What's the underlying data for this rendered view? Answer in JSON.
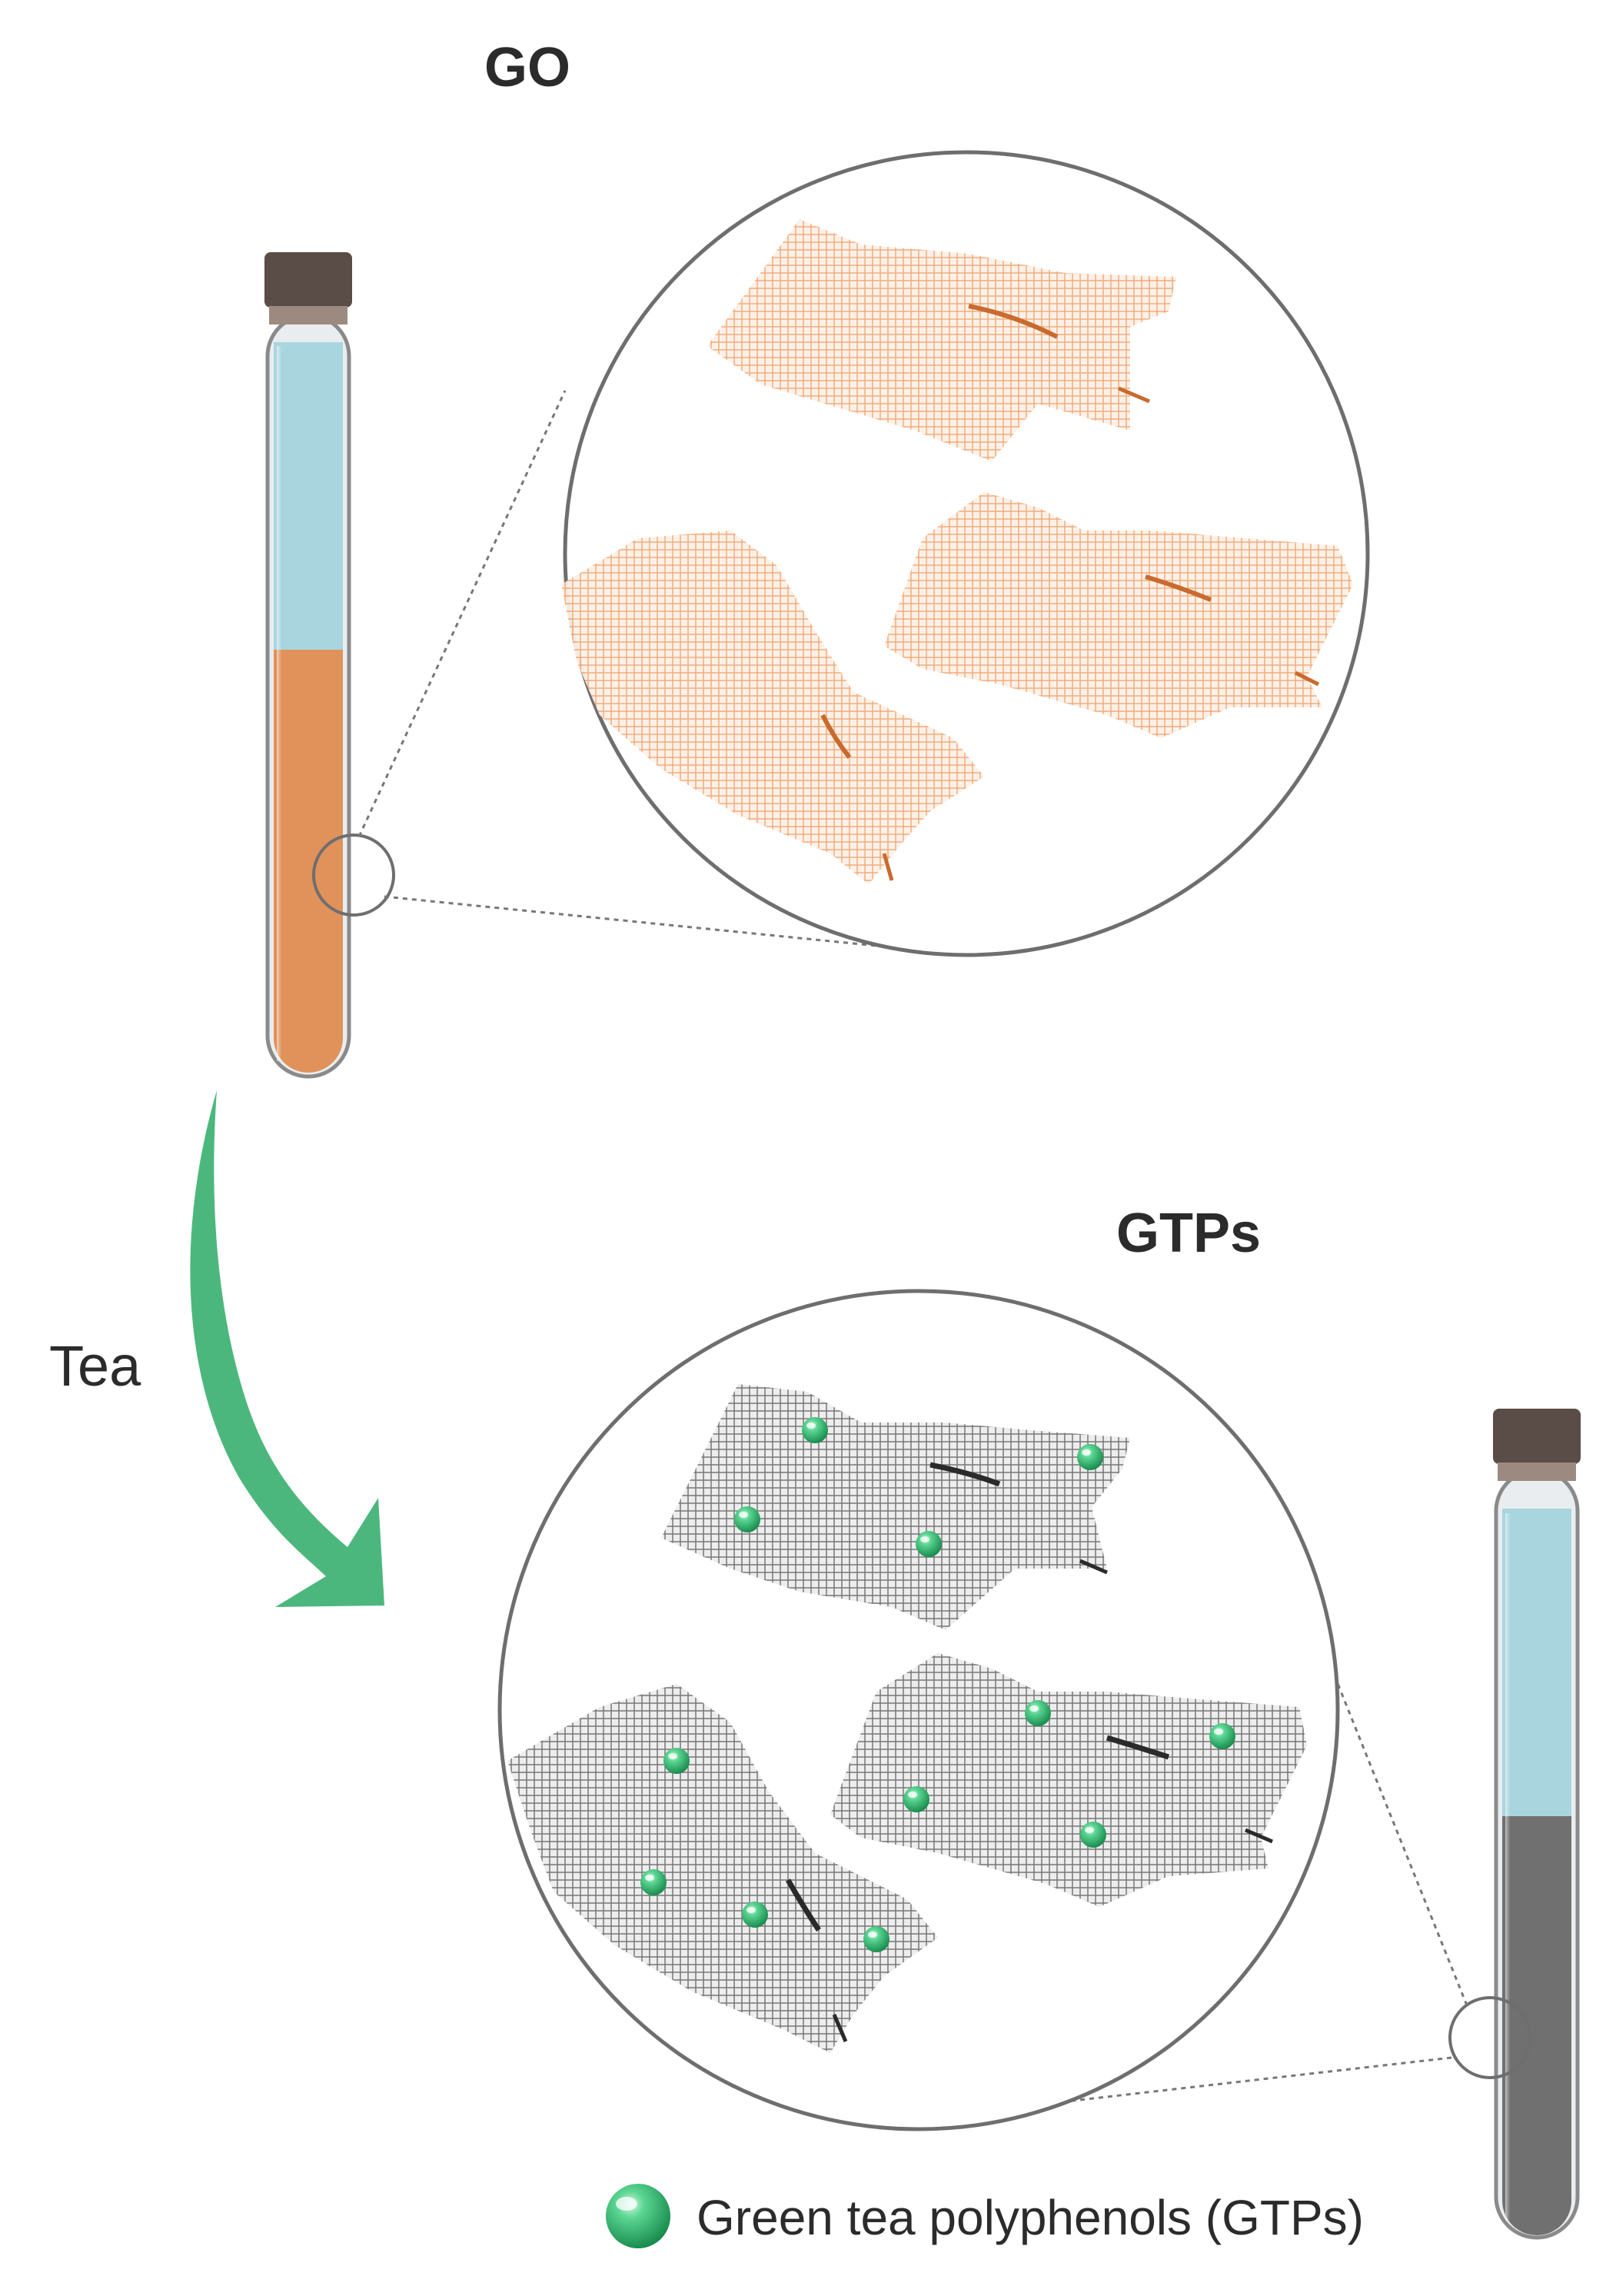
{
  "labels": {
    "top_title": "GO",
    "bottom_title": "GTPs",
    "arrow_label": "Tea",
    "legend": "Green tea polyphenols (GTPs)"
  },
  "colors": {
    "go_liquid": "#e0925a",
    "go_sheet": "#f2b48d",
    "go_fold": "#c96a2e",
    "gtp_liquid": "#707070",
    "gtp_sheet": "#7a7a7a",
    "gtp_fold": "#2a2a2a",
    "headspace": "#a9d5df",
    "cap": "#5a4c46",
    "arrow": "#4cb77d",
    "polyphenol": "#3cbf74",
    "outline": "#6e6e6e"
  },
  "icons": {
    "polyphenol": "green-sphere-icon"
  }
}
